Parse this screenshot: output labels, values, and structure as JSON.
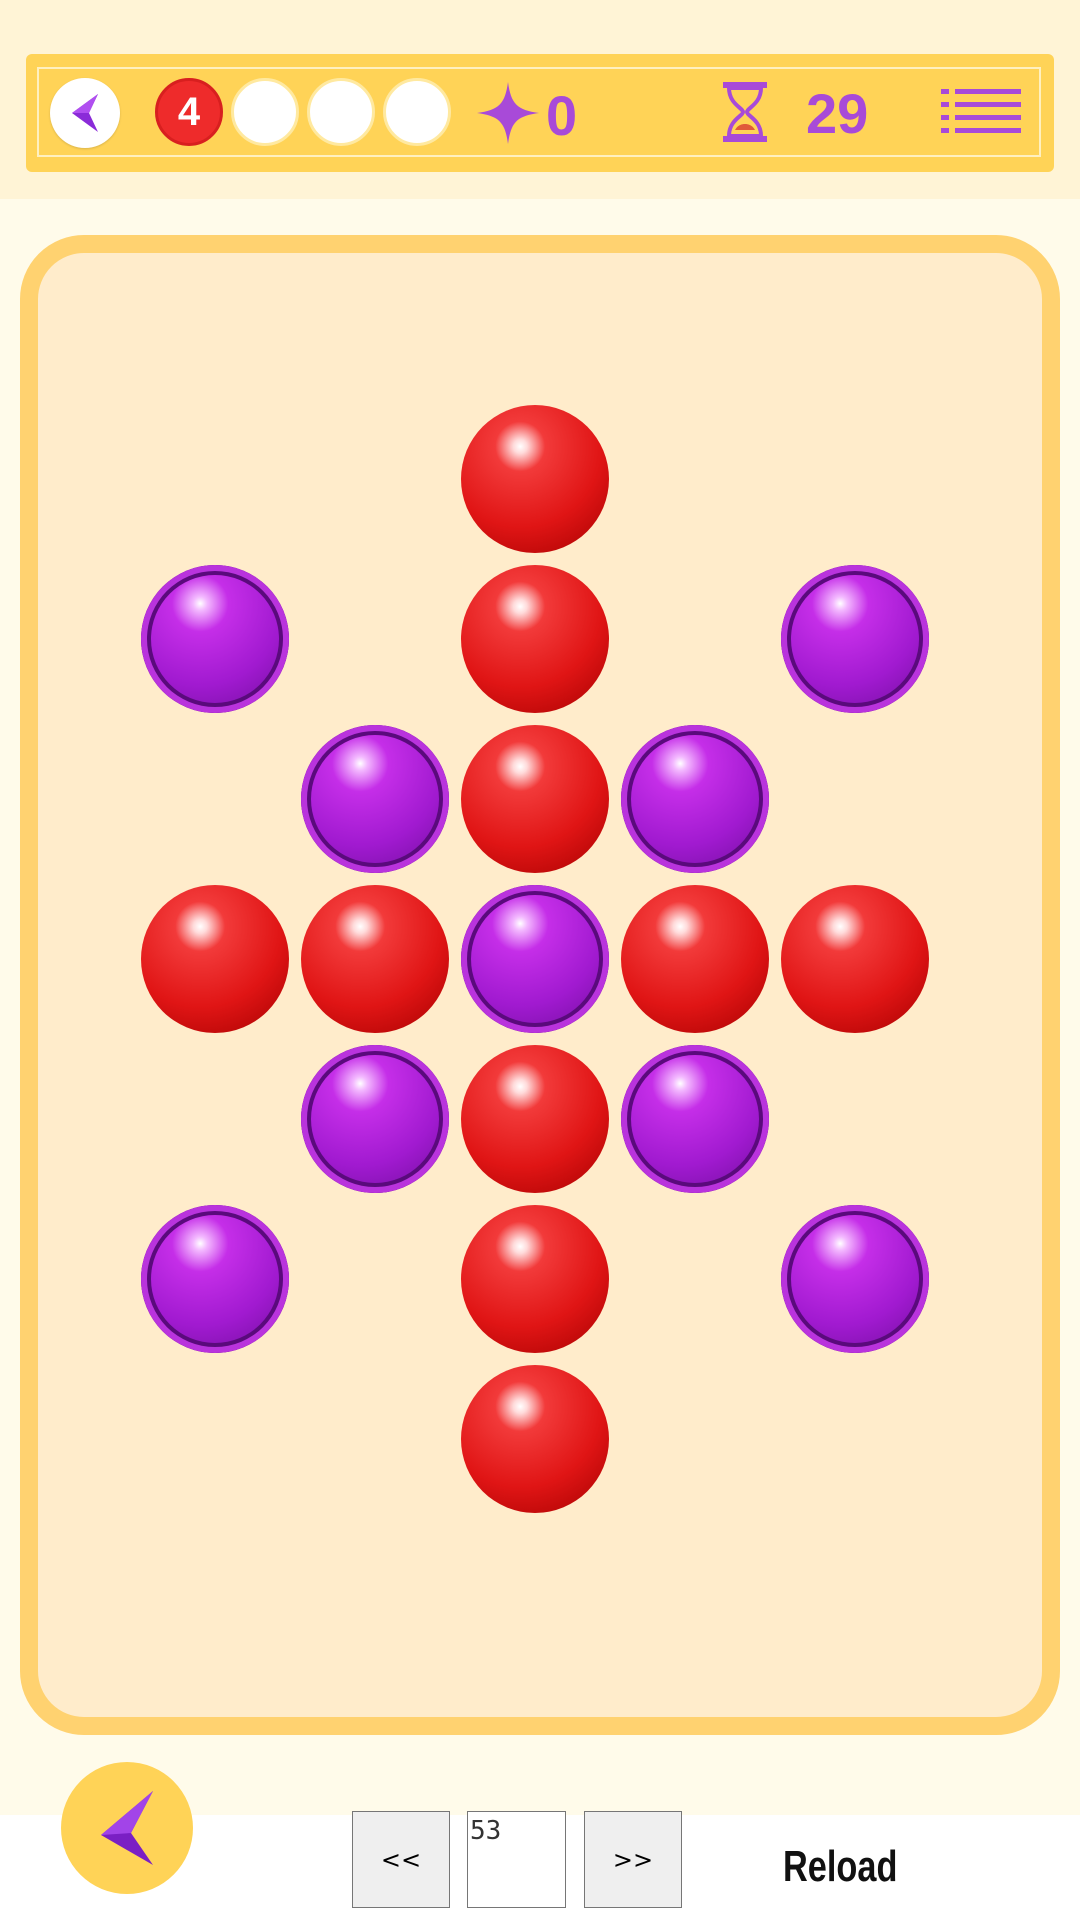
{
  "header": {
    "level_dots": [
      "4",
      "",
      "",
      ""
    ],
    "active_level_index": 0,
    "stars_icon": "four-point-star-icon",
    "stars_count": "0",
    "timer_icon": "hourglass-icon",
    "timer_value": "29",
    "menu_icon": "menu-list-icon",
    "back_icon": "chevron-left-icon"
  },
  "board": {
    "grid_rows": 7,
    "grid_cols": 5,
    "balls": [
      {
        "row": 0,
        "col": 2,
        "color": "red"
      },
      {
        "row": 1,
        "col": 0,
        "color": "purple"
      },
      {
        "row": 1,
        "col": 2,
        "color": "red"
      },
      {
        "row": 1,
        "col": 4,
        "color": "purple"
      },
      {
        "row": 2,
        "col": 1,
        "color": "purple"
      },
      {
        "row": 2,
        "col": 2,
        "color": "red"
      },
      {
        "row": 2,
        "col": 3,
        "color": "purple"
      },
      {
        "row": 3,
        "col": 0,
        "color": "red"
      },
      {
        "row": 3,
        "col": 1,
        "color": "red"
      },
      {
        "row": 3,
        "col": 2,
        "color": "purple"
      },
      {
        "row": 3,
        "col": 3,
        "color": "red"
      },
      {
        "row": 3,
        "col": 4,
        "color": "red"
      },
      {
        "row": 4,
        "col": 1,
        "color": "purple"
      },
      {
        "row": 4,
        "col": 2,
        "color": "red"
      },
      {
        "row": 4,
        "col": 3,
        "color": "purple"
      },
      {
        "row": 5,
        "col": 0,
        "color": "purple"
      },
      {
        "row": 5,
        "col": 2,
        "color": "red"
      },
      {
        "row": 5,
        "col": 4,
        "color": "purple"
      },
      {
        "row": 6,
        "col": 2,
        "color": "red"
      }
    ]
  },
  "footer": {
    "prev_label": "<<",
    "level_value": "53",
    "next_label": ">>",
    "reload_label": "Reload"
  },
  "colors": {
    "header_bg": "#ffd357",
    "board_border": "#ffd270",
    "board_bg": "#ffeccb",
    "accent_purple": "#a84ad8",
    "active_dot": "#ee2b2b"
  }
}
